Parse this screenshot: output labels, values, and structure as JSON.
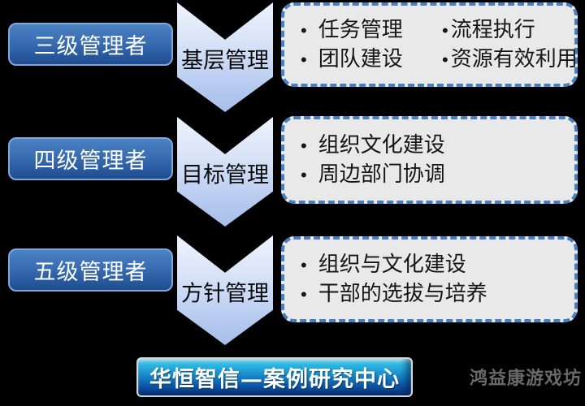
{
  "canvas": {
    "background": "#000000"
  },
  "rows": [
    {
      "manager_label": "三级管理者",
      "arrow_label": "基层管理",
      "topics_col1": [
        "任务管理",
        "团队建设"
      ],
      "topics_col2": [
        "流程执行",
        "资源有效利用"
      ]
    },
    {
      "manager_label": "四级管理者",
      "arrow_label": "目标管理",
      "topics": [
        "组织文化建设",
        "周边部门协调"
      ]
    },
    {
      "manager_label": "五级管理者",
      "arrow_label": "方针管理",
      "topics": [
        "组织与文化建设",
        "干部的选拔与培养"
      ]
    }
  ],
  "footer": {
    "banner_title": "华恒智信—案例研究中心",
    "watermark": "鸿益康游戏坊"
  },
  "colors": {
    "manager_box_top": "#4a82c2",
    "manager_box_bottom": "#1f4c8e",
    "manager_box_border": "#7fa7d9",
    "chevron_top": "#eef3fc",
    "chevron_bottom": "#a7bfe9",
    "dashed_border": "#4580c2",
    "topic_box_bg": "#e9e9e9",
    "banner_top": "#2db7e4",
    "banner_bottom": "#0a3e8c",
    "watermark_text": "#696969"
  }
}
